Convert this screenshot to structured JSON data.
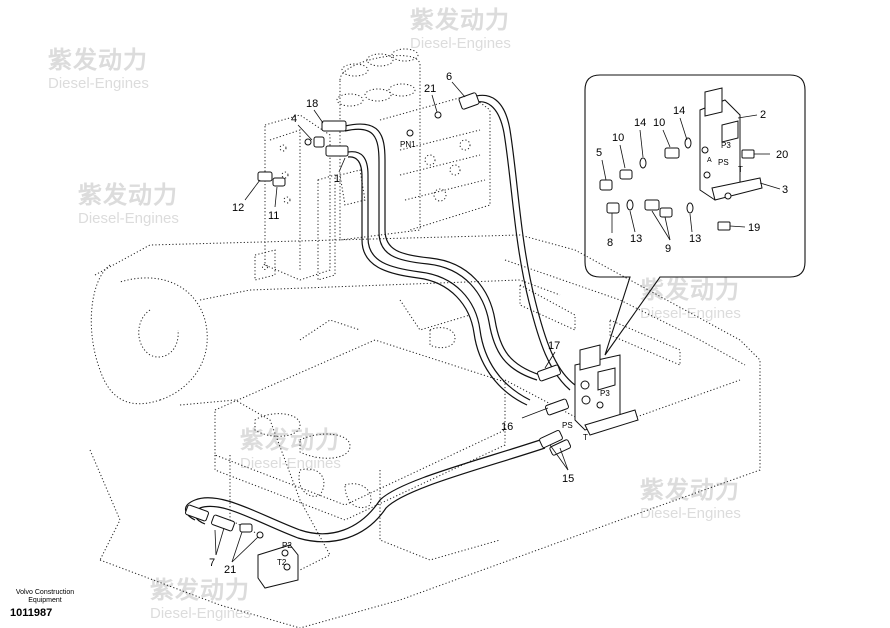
{
  "watermark": {
    "cn": "紫发动力",
    "en": "Diesel-Engines"
  },
  "footer": {
    "brand_line1": "Volvo Construction",
    "brand_line2": "Equipment",
    "doc_number": "1011987"
  },
  "callouts": {
    "main": [
      "18",
      "4",
      "21",
      "6",
      "PN1",
      "1",
      "12",
      "11",
      "17",
      "16",
      "15",
      "7",
      "21"
    ],
    "valve_main": [
      "P3",
      "PS",
      "T"
    ],
    "port_small": [
      "P2",
      "T2"
    ],
    "detail": [
      "2",
      "14",
      "10",
      "14",
      "10",
      "5",
      "20",
      "PS",
      "P3",
      "A",
      "T",
      "3",
      "8",
      "13",
      "9",
      "13",
      "19"
    ]
  }
}
